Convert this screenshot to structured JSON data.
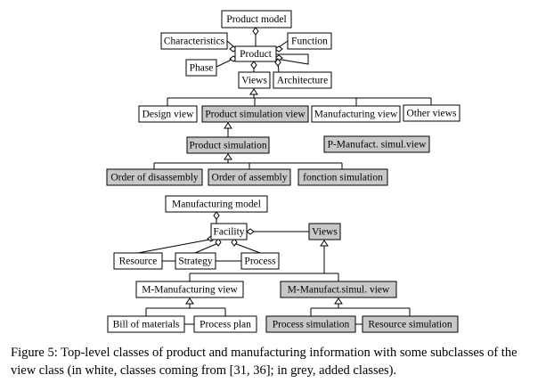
{
  "colors": {
    "white_class": "#ffffff",
    "grey_class": "#c8c8c8",
    "line": "#000000"
  },
  "nodes": {
    "product_model": "Product model",
    "characteristics": "Characteristics",
    "function": "Function",
    "product": "Product",
    "phase": "Phase",
    "views": "Views",
    "architecture": "Architecture",
    "design_view": "Design view",
    "product_simulation_view": "Product simulation view",
    "manufacturing_view": "Manufacturing view",
    "other_views": "Other views",
    "product_simulation": "Product simulation",
    "p_manufact_simul_view": "P-Manufact. simul.view",
    "order_of_disassembly": "Order of disassembly",
    "order_of_assembly": "Order of assembly",
    "fonction_simulation": "fonction simulation",
    "manufacturing_model": "Manufacturing model",
    "facility": "Facility",
    "views2": "Views",
    "resource": "Resource",
    "strategy": "Strategy",
    "process": "Process",
    "m_manufacturing_view": "M-Manufacturing view",
    "m_manufact_simul_view": "M-Manufact.simul. view",
    "bill_of_materials": "Bill of materials",
    "process_plan": "Process plan",
    "process_simulation": "Process simulation",
    "resource_simulation": "Resource simulation"
  },
  "caption": "Figure 5: Top-level classes of product and manufacturing information with some subclasses of the view class (in white, classes coming from [31, 36]; in grey, added classes)."
}
